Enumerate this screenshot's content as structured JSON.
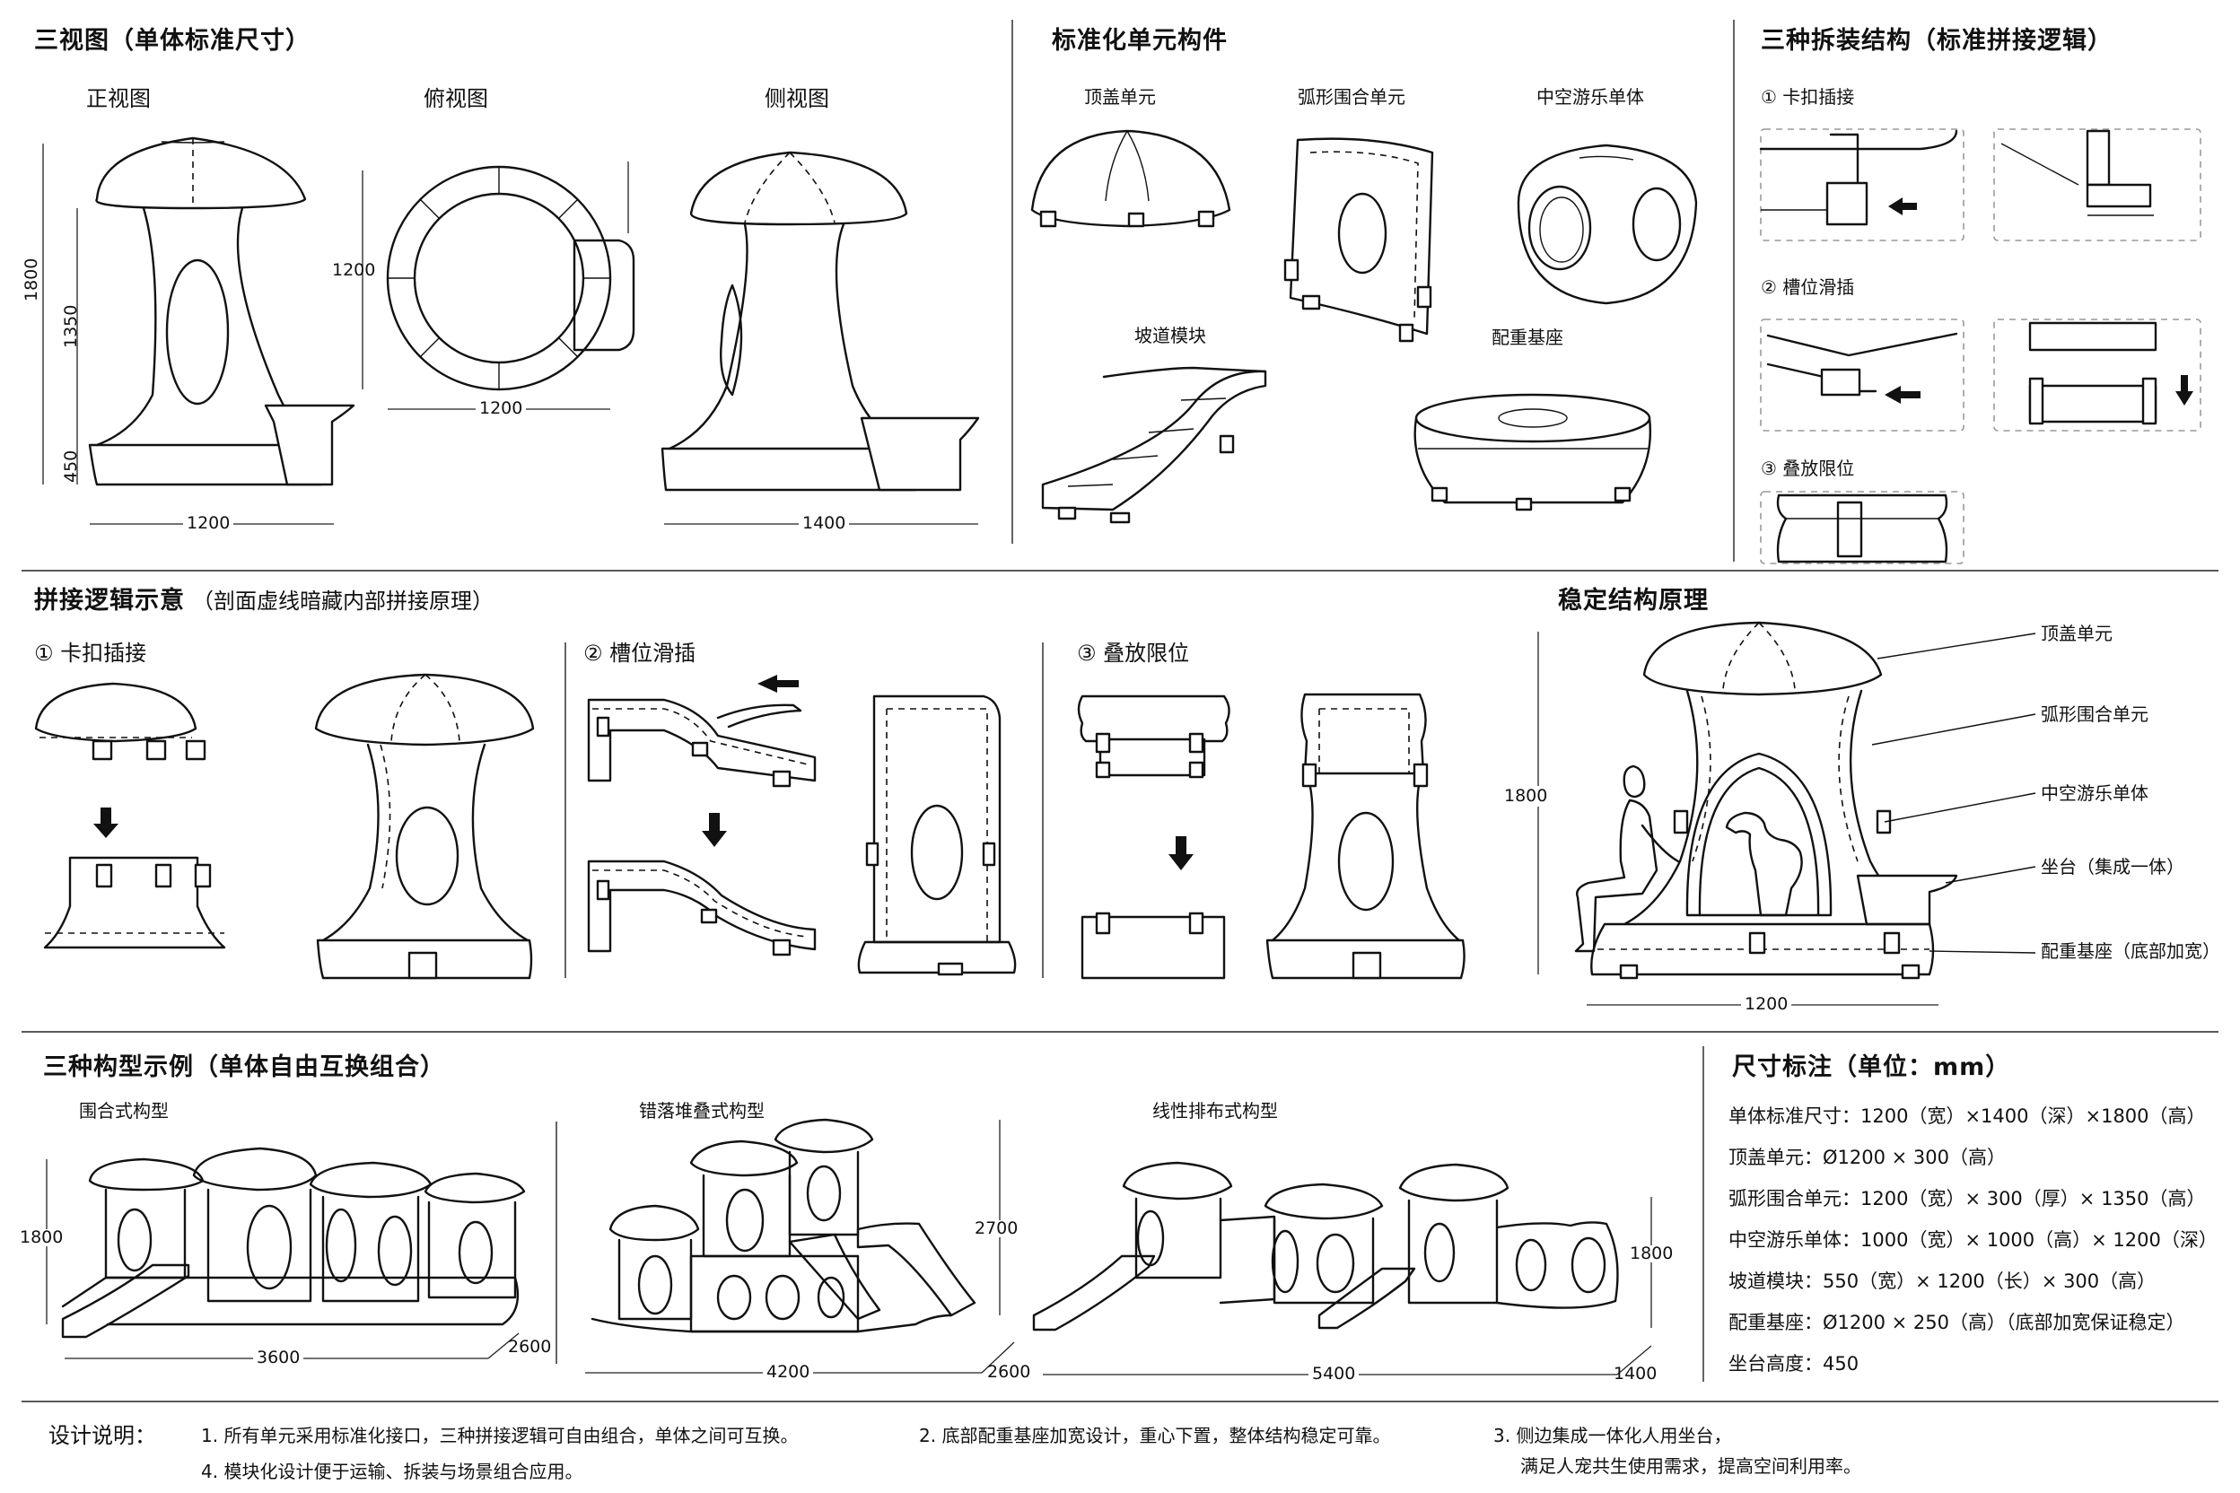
{
  "three_view": {
    "title": "三视图（单体标准尺寸）",
    "front": "正视图",
    "top": "俯视图",
    "side": "侧视图",
    "dim_1800": "1800",
    "dim_1350": "1350",
    "dim_450": "450",
    "dim_1200_front": "1200",
    "dim_1200_top_h": "1200",
    "dim_1200_top_w": "1200",
    "dim_1400": "1400"
  },
  "units": {
    "title": "标准化单元构件",
    "roof": "顶盖单元",
    "arc_wall": "弧形围合单元",
    "hollow": "中空游乐单体",
    "ramp": "坡道模块",
    "base": "配重基座"
  },
  "joints": {
    "title": "三种拆装结构（标准拼接逻辑）",
    "snap": "① 卡扣插接",
    "slot": "② 槽位滑插",
    "stack": "③ 叠放限位"
  },
  "logic": {
    "title": "拼接逻辑示意",
    "subtitle": "（剖面虚线暗藏内部拼接原理）",
    "snap": "① 卡扣插接",
    "slot": "② 槽位滑插",
    "stack": "③ 叠放限位"
  },
  "stable": {
    "title": "稳定结构原理",
    "roof": "顶盖单元",
    "arc": "弧形围合单元",
    "hollow": "中空游乐单体",
    "seat": "坐台（集成一体）",
    "base": "配重基座（底部加宽）",
    "dim_1800": "1800",
    "dim_1200": "1200"
  },
  "configs": {
    "title": "三种构型示例（单体自由互换组合）",
    "enclosed": "围合式构型",
    "staggered": "错落堆叠式构型",
    "linear": "线性排布式构型",
    "enc_h": "1800",
    "enc_w": "3600",
    "enc_d": "2600",
    "stg_h": "2700",
    "stg_w": "4200",
    "stg_d": "2600",
    "lin_h": "1800",
    "lin_w": "5400",
    "lin_d": "1400"
  },
  "specs": {
    "title": "尺寸标注（单位：mm）",
    "items": [
      "单体标准尺寸：1200（宽）×1400（深）×1800（高）",
      "顶盖单元：Ø1200 × 300（高）",
      "弧形围合单元：1200（宽）× 300（厚）× 1350（高）",
      "中空游乐单体：1000（宽）× 1000（高）× 1200（深）",
      "坡道模块：550（宽）× 1200（长）× 300（高）",
      "配重基座：Ø1200 × 250（高）（底部加宽保证稳定）",
      "坐台高度：450"
    ]
  },
  "notes": {
    "title": "设计说明：",
    "n1": "1. 所有单元采用标准化接口，三种拼接逻辑可自由组合，单体之间可互换。",
    "n2": "2. 底部配重基座加宽设计，重心下置，整体结构稳定可靠。",
    "n3a": "3. 侧边集成一体化人用坐台，",
    "n3b": "满足人宠共生使用需求，提高空间利用率。",
    "n4": "4. 模块化设计便于运输、拆装与场景组合应用。"
  }
}
